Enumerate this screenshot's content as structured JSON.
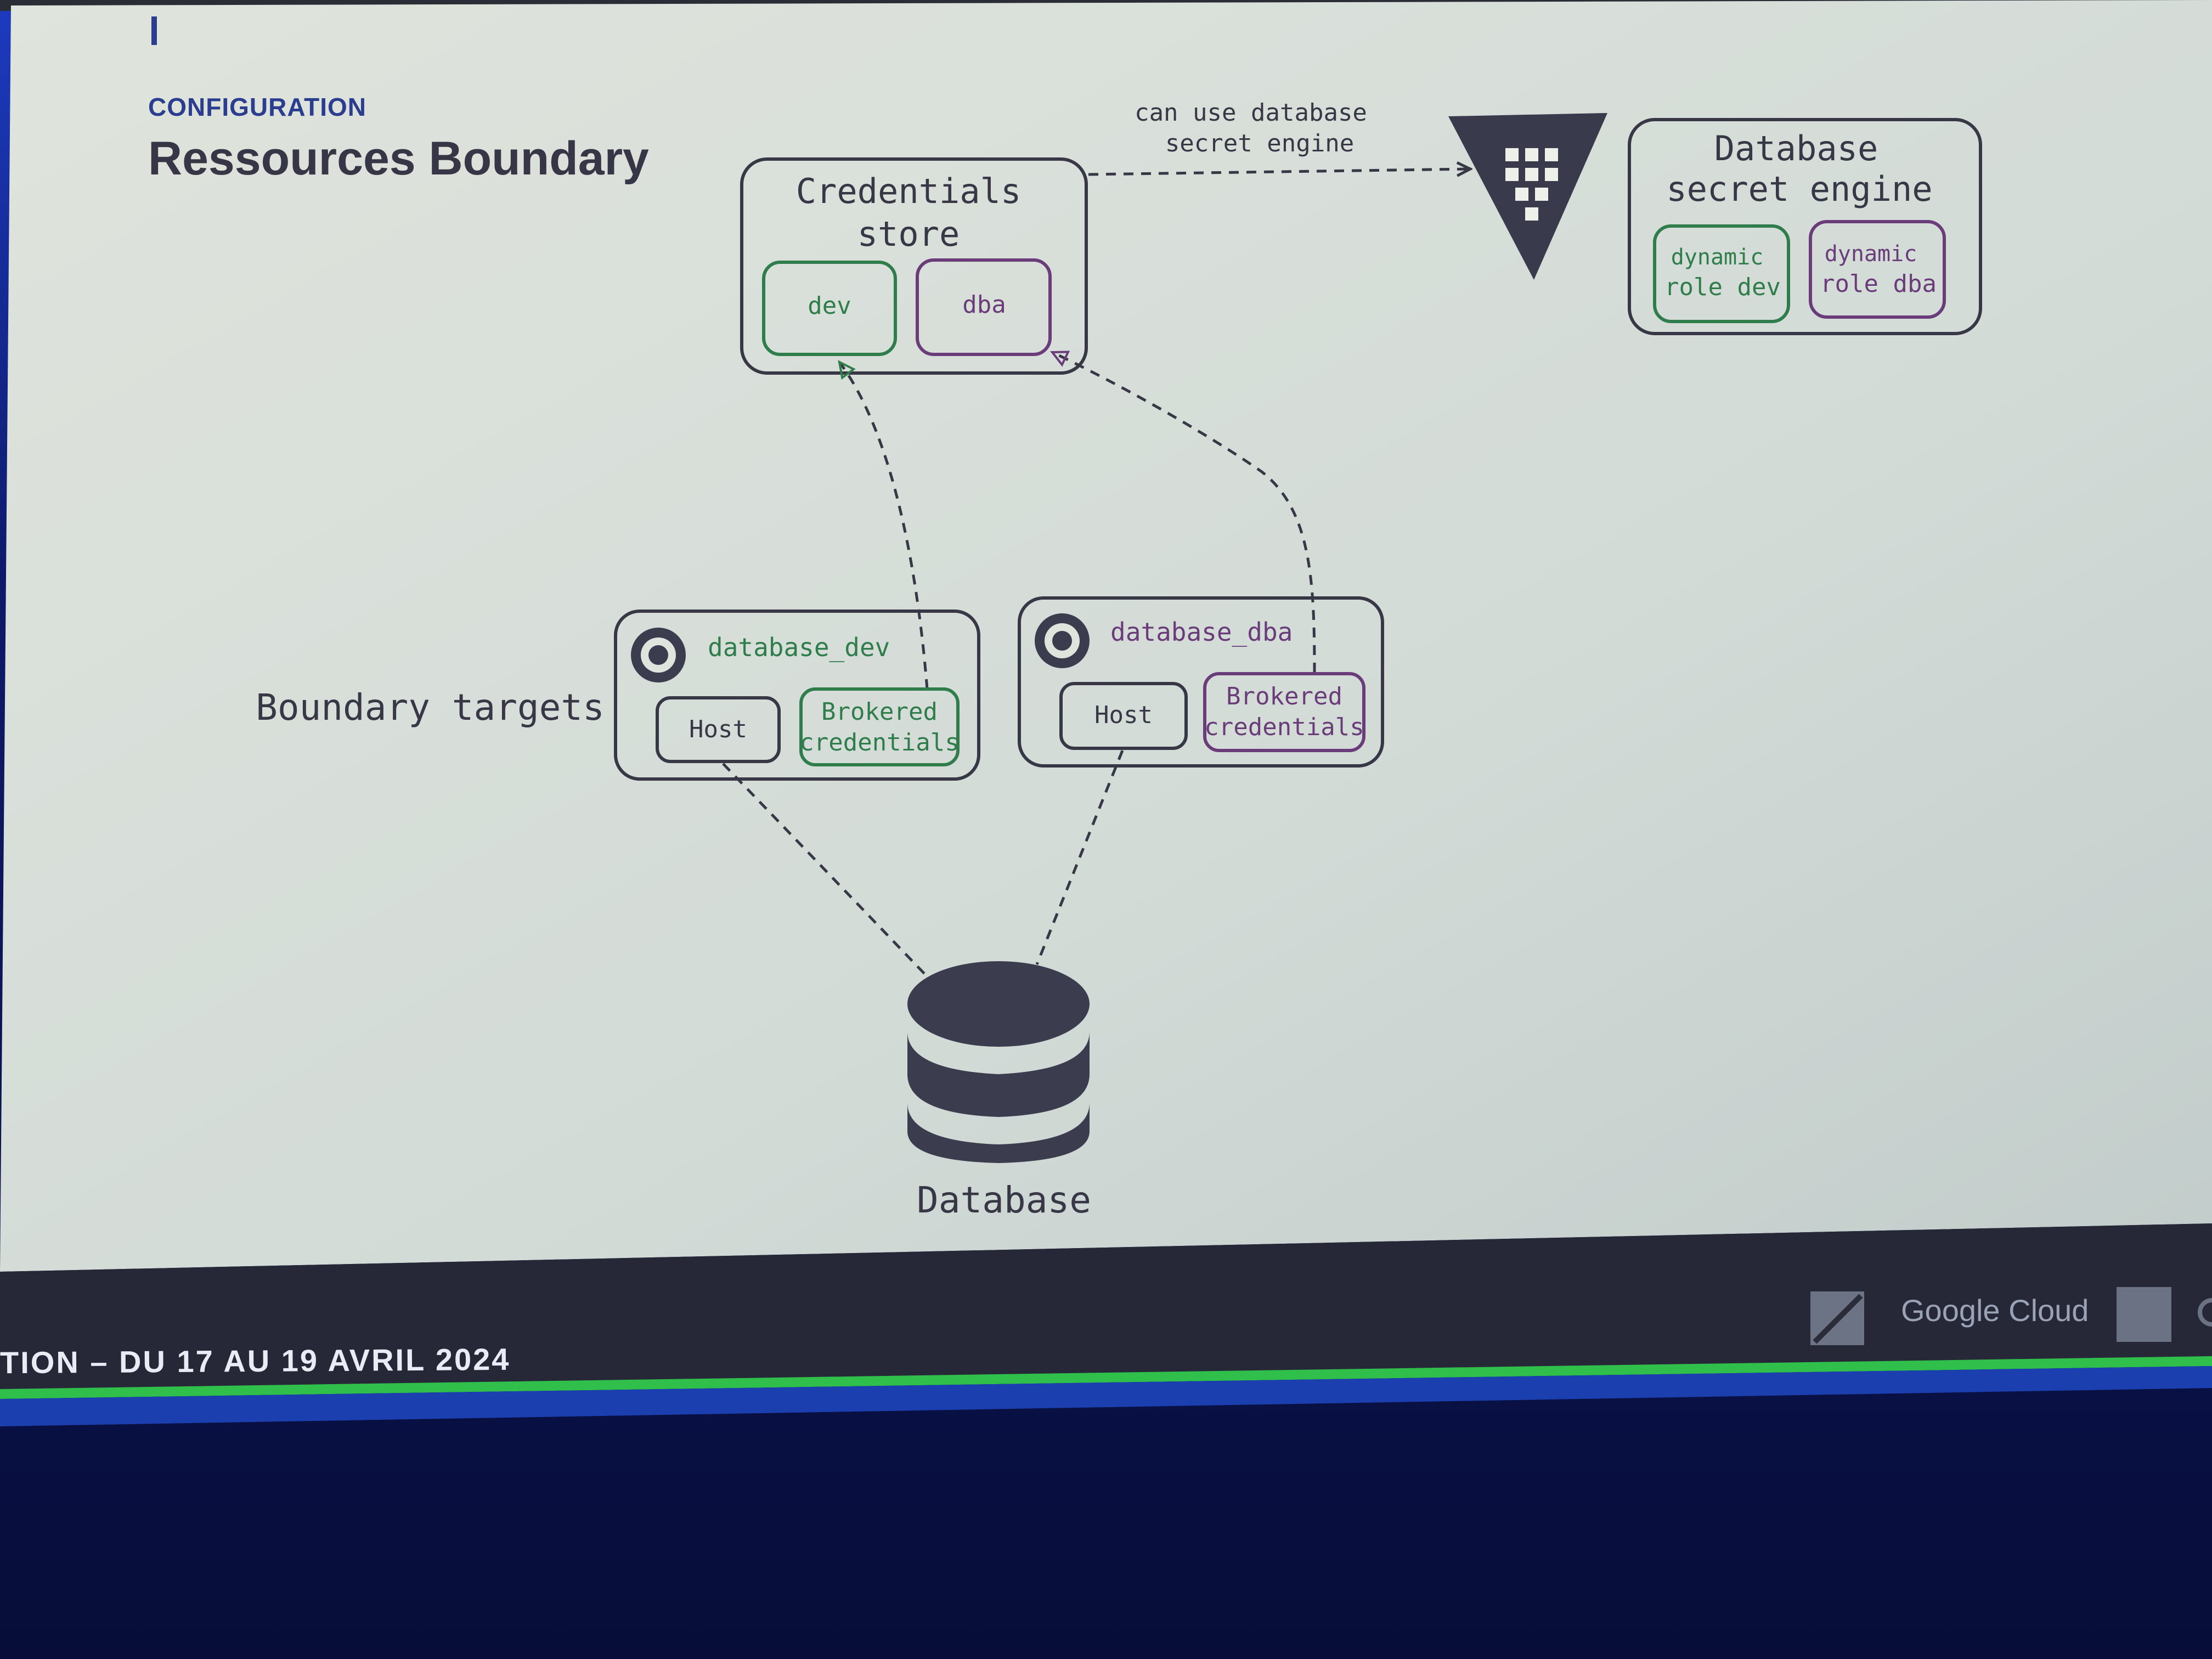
{
  "slide": {
    "eyebrow": "CONFIGURATION",
    "title": "Ressources Boundary"
  },
  "diagram": {
    "credentials_store": {
      "title_line1": "Credentials",
      "title_line2": "store",
      "children": [
        "dev",
        "dba"
      ]
    },
    "arrow_label": {
      "line1": "can use database",
      "line2": "secret engine"
    },
    "vault_logo_icon": "vault-triangle-icon",
    "secret_engine": {
      "title_line1": "Database",
      "title_line2": "secret engine",
      "roles": [
        {
          "line1": "dynamic",
          "line2": "role dev"
        },
        {
          "line1": "dynamic",
          "line2": "role dba"
        }
      ]
    },
    "targets_label": "Boundary targets",
    "targets": [
      {
        "name": "database_dev",
        "host": "Host",
        "creds_line1": "Brokered",
        "creds_line2": "credentials"
      },
      {
        "name": "database_dba",
        "host": "Host",
        "creds_line1": "Brokered",
        "creds_line2": "credentials"
      }
    ],
    "target_icon": "target-icon",
    "database_icon": "database-icon",
    "database_label": "Database"
  },
  "footer": {
    "event_text": "TION – DU 17 AU 19 AVRIL 2024",
    "sponsor": "Google Cloud"
  },
  "colors": {
    "slide_bg": "#d5dcd7",
    "ink": "#373745",
    "green": "#2e7d4b",
    "purple": "#6a3d7a",
    "title_blue": "#2a3d8f",
    "footer_bg": "#262838",
    "accent_green": "#2fbf4a",
    "stage_blue": "#1c3fb0"
  }
}
